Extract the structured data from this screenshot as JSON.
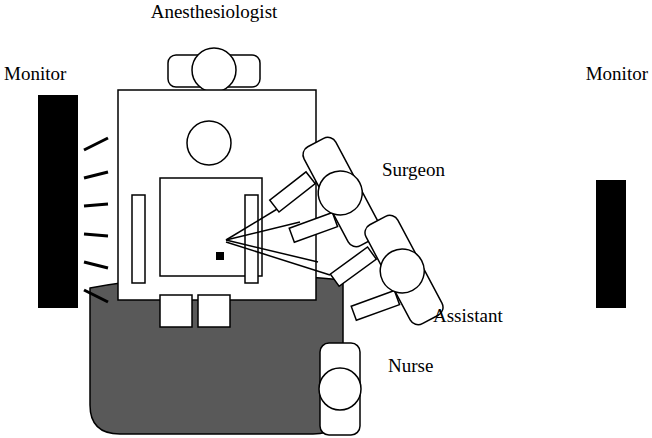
{
  "diagram": {
    "labels": [
      "Anesthesiologist",
      "Monitor",
      "Surgeon",
      "Monitor",
      "Assistant",
      "Nurse"
    ]
  }
}
